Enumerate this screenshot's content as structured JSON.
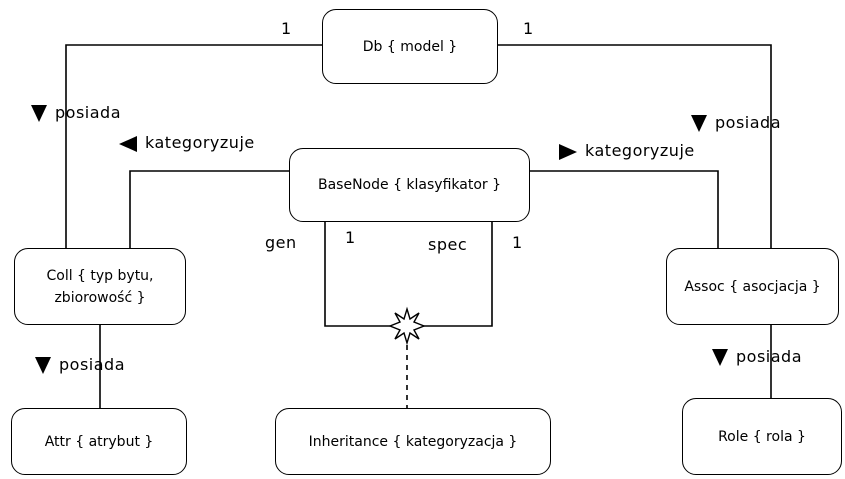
{
  "nodes": {
    "db": "Db { model }",
    "basenode": "BaseNode { klasyfikator }",
    "coll_line1": "Coll { typ bytu,",
    "coll_line2": "zbiorowość }",
    "assoc": "Assoc { asocjacja }",
    "attr": "Attr { atrybut }",
    "inheritance": "Inheritance { kategoryzacja }",
    "role": "Role { rola }"
  },
  "labels": {
    "posiada_coll_db": "posiada",
    "posiada_assoc_db": "posiada",
    "kategoryzuje_coll": "kategoryzuje",
    "kategoryzuje_assoc": "kategoryzuje",
    "posiada_attr": "posiada",
    "posiada_role": "posiada",
    "gen": "gen",
    "spec": "spec"
  },
  "multiplicities": {
    "db_left": "1",
    "db_right": "1",
    "gen": "1",
    "spec": "1"
  }
}
